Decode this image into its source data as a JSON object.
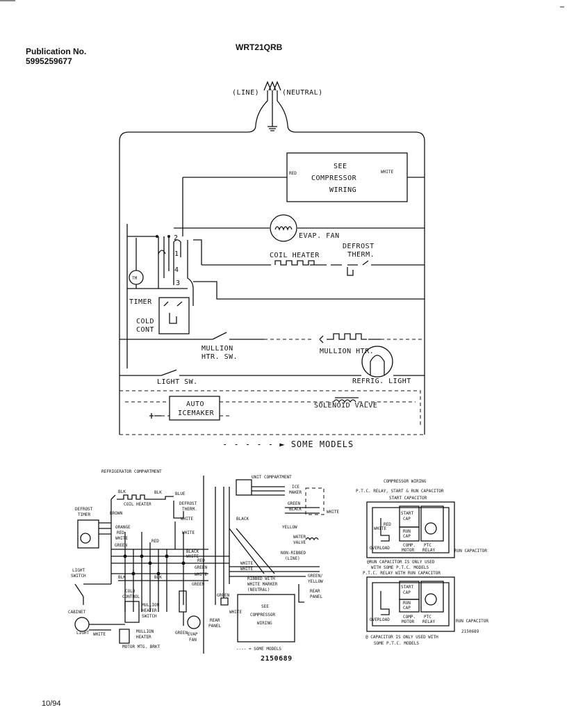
{
  "header": {
    "publication_label": "Publication No.",
    "publication_number": "5995259677",
    "model": "WRT21QRB",
    "date": "10/94"
  },
  "schematic": {
    "line": "(LINE)",
    "neutral": "(NEUTRAL)",
    "compressor": [
      "SEE",
      "COMPRESSOR",
      "WIRING"
    ],
    "red": "RED",
    "white": "WHITE",
    "evap_fan": "EVAP. FAN",
    "coil_heater": "COIL HEATER",
    "defrost_therm": [
      "DEFROST",
      "THERM."
    ],
    "timer": "TIMER",
    "tm": "TM",
    "terminals": [
      "2",
      "1",
      "4",
      "3"
    ],
    "cold_cont": [
      "COLD",
      "CONT"
    ],
    "mullion_htr": "MULLION HTR.",
    "mullion_htr_sw": [
      "MULLION",
      "HTR. SW."
    ],
    "refrig_light": "REFRIG. LIGHT",
    "light_sw": "LIGHT SW.",
    "auto_icemaker": [
      "AUTO",
      "ICEMAKER"
    ],
    "solenoid_valve": "SOLENOID VALVE",
    "some_models": "- - - - -  ► SOME MODELS"
  },
  "wiring": {
    "refrigerator_compartment": "REFRIGERATOR COMPARTMENT",
    "unit_compartment": "UNIT COMPARTMENT",
    "coil_heater": "COIL HEATER",
    "defrost_therm": [
      "DEFROST",
      "THERM."
    ],
    "defrost_timer": [
      "DEFROST",
      "TIMER"
    ],
    "light_switch": [
      "LIGHT",
      "SWITCH"
    ],
    "cold_control": [
      "COLD",
      "CONTROL"
    ],
    "mullion_heater_switch": [
      "MULLION",
      "HEATER",
      "SWITCH"
    ],
    "mullion_heater": [
      "MULLION",
      "HEATER"
    ],
    "cabinet_light": [
      "CABINET",
      "LIGHT"
    ],
    "motor_mtg_bkt": "MOTOR MTG. BRKT",
    "evap_fan": [
      "EVAP",
      "FAN"
    ],
    "ice_maker": [
      "ICE",
      "MAKER"
    ],
    "water_valve": [
      "WATER",
      "VALVE"
    ],
    "non_ribbed": [
      "NON-RIBBED",
      "(LINE)"
    ],
    "ribbed": [
      "RIBBED WITH",
      "WHITE MARKER",
      "(NEUTRAL)"
    ],
    "green_yellow": [
      "GREEN/",
      "YELLOW"
    ],
    "rear_panel": [
      "REAR",
      "PANEL"
    ],
    "see_compressor": [
      "SEE",
      "COMPRESSOR",
      "WIRING"
    ],
    "some_models": "---- = SOME MODELS",
    "diagram_number": "2150689",
    "colors": {
      "blk": "BLK",
      "red": "RED",
      "white": "WHITE",
      "black": "BLACK",
      "green": "GREEN",
      "orange": "ORANGE",
      "brown": "BROWN",
      "yellow": "YELLOW",
      "blue": "BLUE"
    }
  },
  "compressor_wiring": {
    "title": "COMPRESSOR WIRING",
    "top1": [
      "P.T.C. RELAY, START & RUN CAPACITOR",
      "START CAPACITOR"
    ],
    "top2": "P.T.C. RELAY WITH RUN CAPACITOR",
    "start_cap": [
      "START",
      "CAP"
    ],
    "run_cap": [
      "RUN",
      "CAP"
    ],
    "overload": "OVERLOAD",
    "comp_motor": [
      "COMP.",
      "MOTOR"
    ],
    "ptc_relay": [
      "PTC",
      "RELAY"
    ],
    "run_capacitor": "RUN CAPACITOR",
    "note1": [
      "@RUN CAPACITOR IS ONLY USED",
      "WITH SOME P.T.C. MODELS"
    ],
    "note2": [
      "@ CAPACITOR IS ONLY USED WITH",
      "SOME P.T.C. MODELS"
    ],
    "number": "2150689",
    "red": "RED",
    "white": "WHITE"
  }
}
